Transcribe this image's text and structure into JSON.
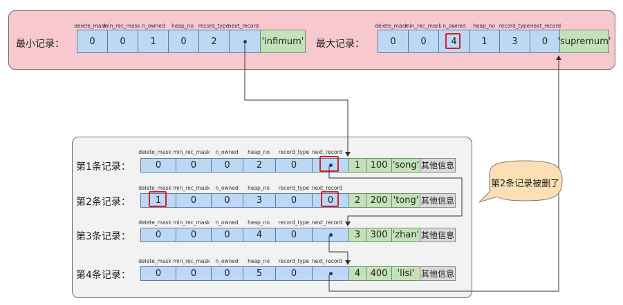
{
  "headers": [
    "delete_mask",
    "min_rec_mask",
    "n_owned",
    "heap_no",
    "record_type",
    "next_record"
  ],
  "infimum": {
    "label": "最小记录：",
    "fields": [
      "0",
      "0",
      "1",
      "0",
      "2"
    ],
    "data": "'infimum'"
  },
  "supremum": {
    "label": "最大记录：",
    "fields": [
      "0",
      "0",
      "4",
      "1",
      "3",
      "0"
    ],
    "data": "'supremum'"
  },
  "records": [
    {
      "label": "第1条记录：",
      "fields": [
        "0",
        "0",
        "0",
        "2",
        "0"
      ],
      "next_record": "",
      "id": "1",
      "num": "100",
      "name": "'song'",
      "other": "其他信息"
    },
    {
      "label": "第2条记录：",
      "fields": [
        "1",
        "0",
        "0",
        "3",
        "0"
      ],
      "next_record": "0",
      "id": "2",
      "num": "200",
      "name": "'tong'",
      "other": "其他信息"
    },
    {
      "label": "第3条记录：",
      "fields": [
        "0",
        "0",
        "0",
        "4",
        "0"
      ],
      "next_record": "",
      "id": "3",
      "num": "300",
      "name": "'zhan'",
      "other": "其他信息"
    },
    {
      "label": "第4条记录：",
      "fields": [
        "0",
        "0",
        "0",
        "5",
        "0"
      ],
      "next_record": "",
      "id": "4",
      "num": "400",
      "name": "'lisi'",
      "other": "其他信息"
    }
  ],
  "callout": "第2条记录被删了",
  "colors": {
    "panel_pink": "#f7c9cf",
    "panel_gray": "#f2f2f2",
    "field_blue": "#bcd8f4",
    "data_green": "#c3e2b9",
    "highlight_red": "#d0202a",
    "callout_fill": "#fbe0b5"
  }
}
